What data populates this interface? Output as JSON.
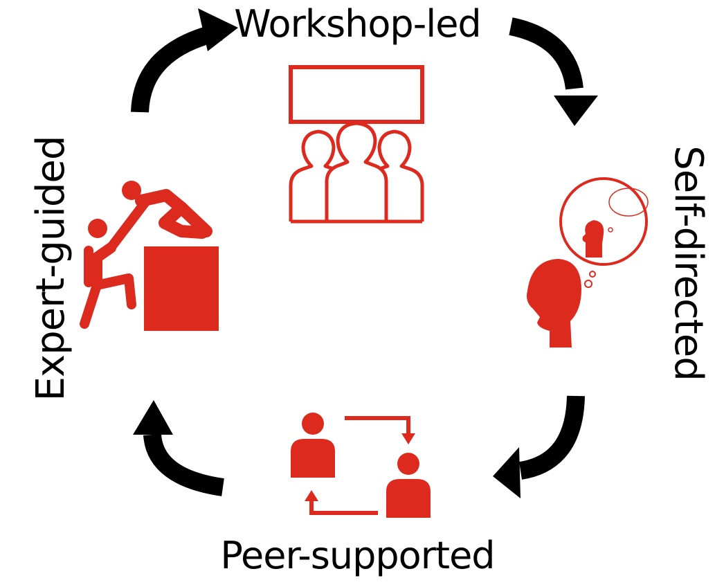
{
  "labels": {
    "top": "Workshop-led",
    "right": "Self-directed",
    "bottom": "Peer-supported",
    "left": "Expert-guided"
  },
  "icons": {
    "top": "audience-screen-icon",
    "right": "thinking-head-icon",
    "bottom": "peer-exchange-icon",
    "left": "climbing-helper-icon"
  },
  "colors": {
    "accent": "#dc2a1f",
    "arrows": "#000000",
    "text": "#000000"
  }
}
